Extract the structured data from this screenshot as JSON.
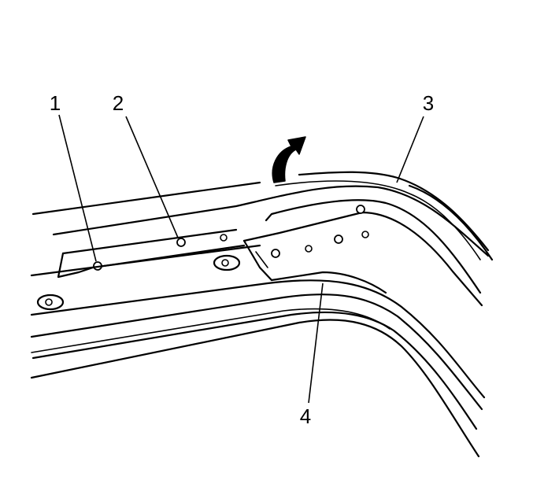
{
  "diagram": {
    "callouts": [
      {
        "label": "1"
      },
      {
        "label": "2"
      },
      {
        "label": "3"
      },
      {
        "label": "4"
      }
    ],
    "icons": {
      "arrow": "curved-arrow-icon"
    },
    "colors": {
      "ink": "#000000",
      "background": "#ffffff"
    }
  }
}
